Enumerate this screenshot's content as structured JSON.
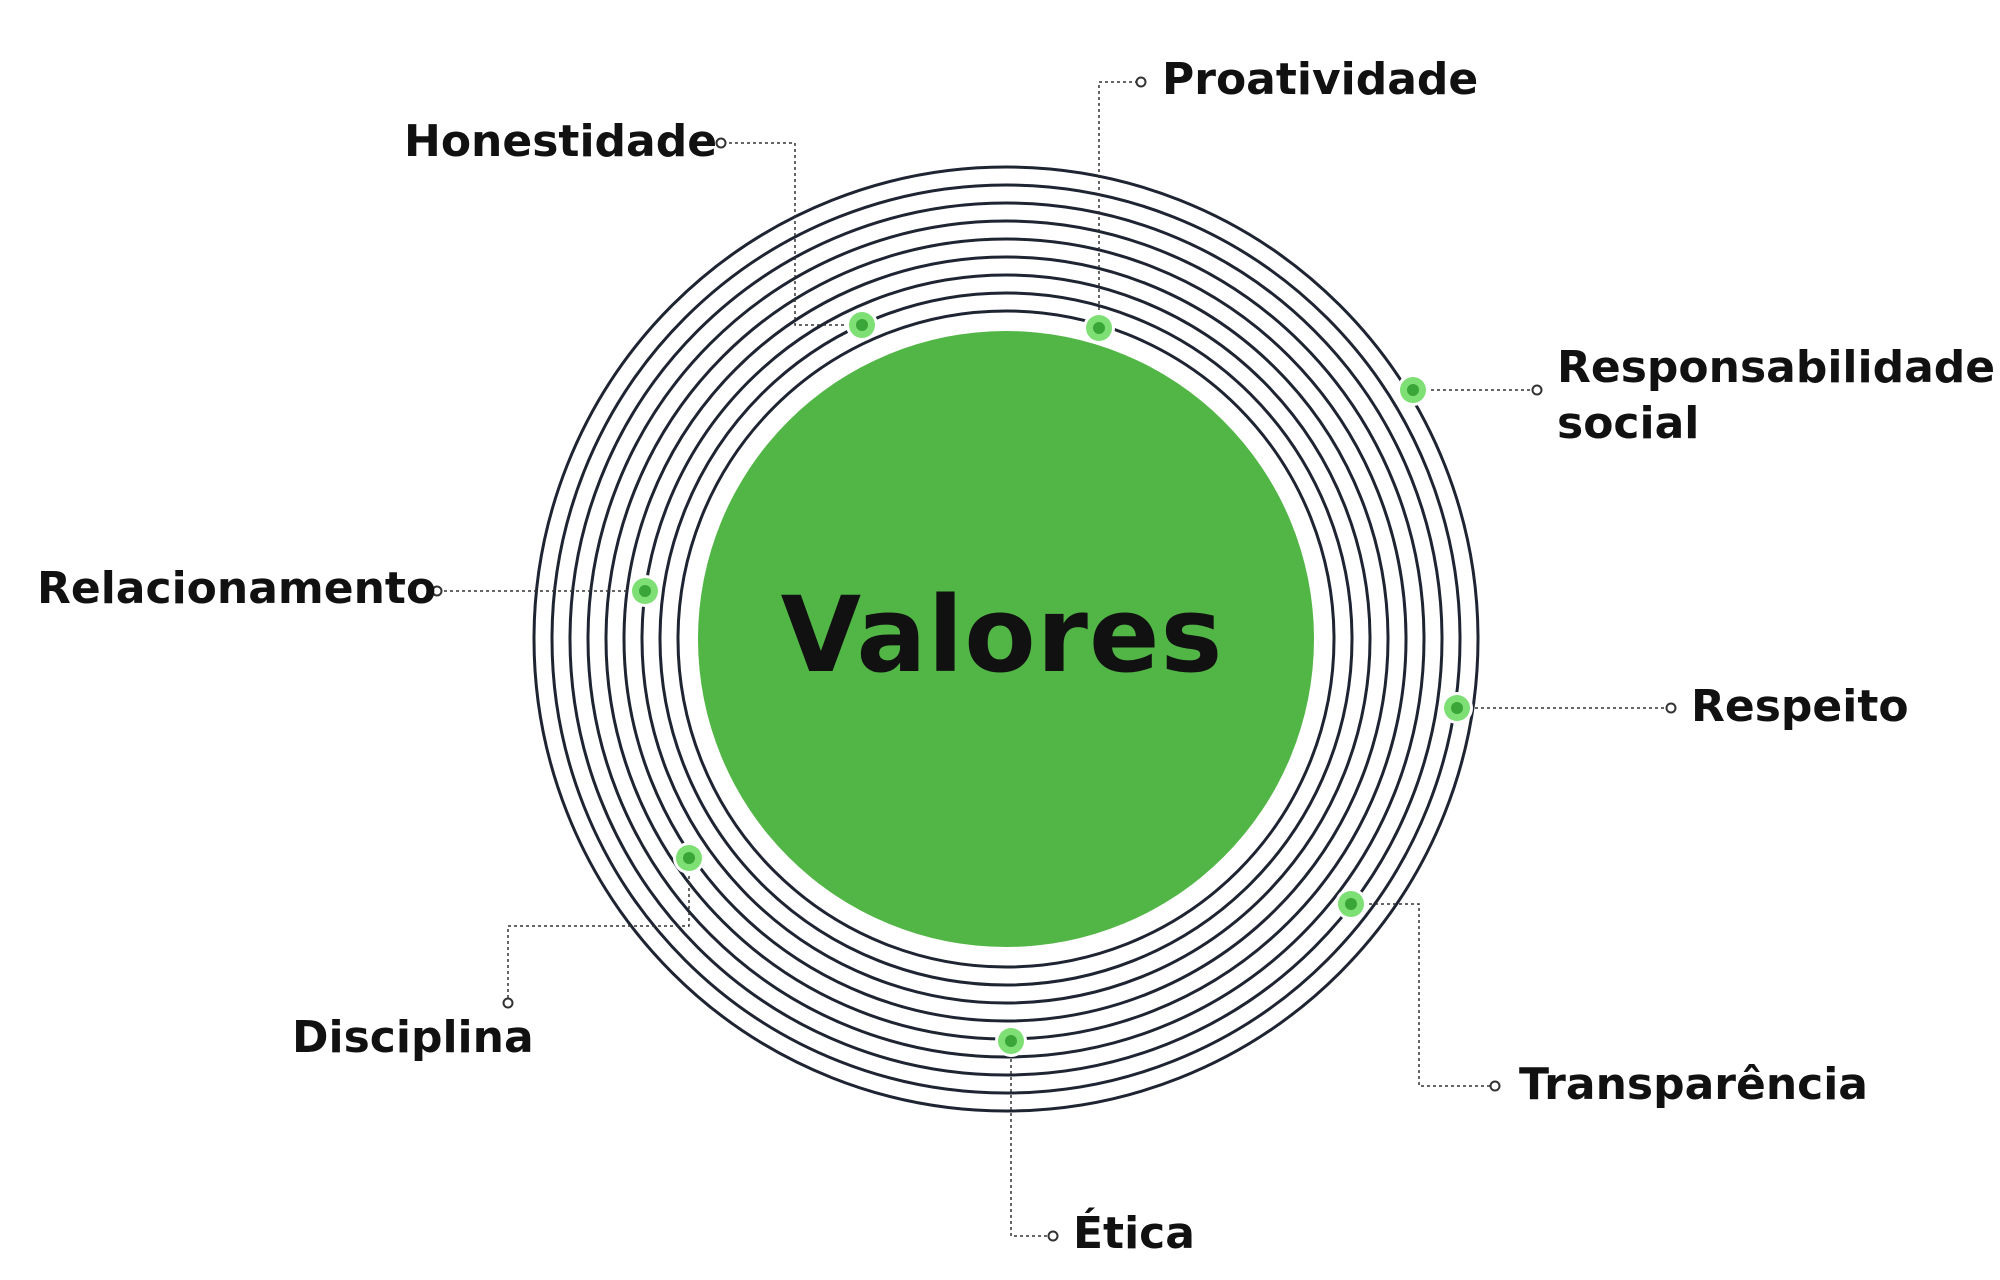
{
  "center": {
    "title": "Valores"
  },
  "colors": {
    "center_fill": "#52B646",
    "ring_stroke": "#1f2433",
    "marker_outer": "#7ddf74",
    "marker_inner": "#3aa538",
    "connector": "#333333",
    "text": "#111111"
  },
  "values": [
    {
      "id": "honestidade",
      "label": "Honestidade"
    },
    {
      "id": "proatividade",
      "label": "Proatividade"
    },
    {
      "id": "responsabilidade-social",
      "label_line1": "Responsabilidade",
      "label_line2": "social"
    },
    {
      "id": "relacionamento",
      "label": "Relacionamento"
    },
    {
      "id": "respeito",
      "label": "Respeito"
    },
    {
      "id": "disciplina",
      "label": "Disciplina"
    },
    {
      "id": "transparencia",
      "label": "Transparência"
    },
    {
      "id": "etica",
      "label": "Ética"
    }
  ]
}
